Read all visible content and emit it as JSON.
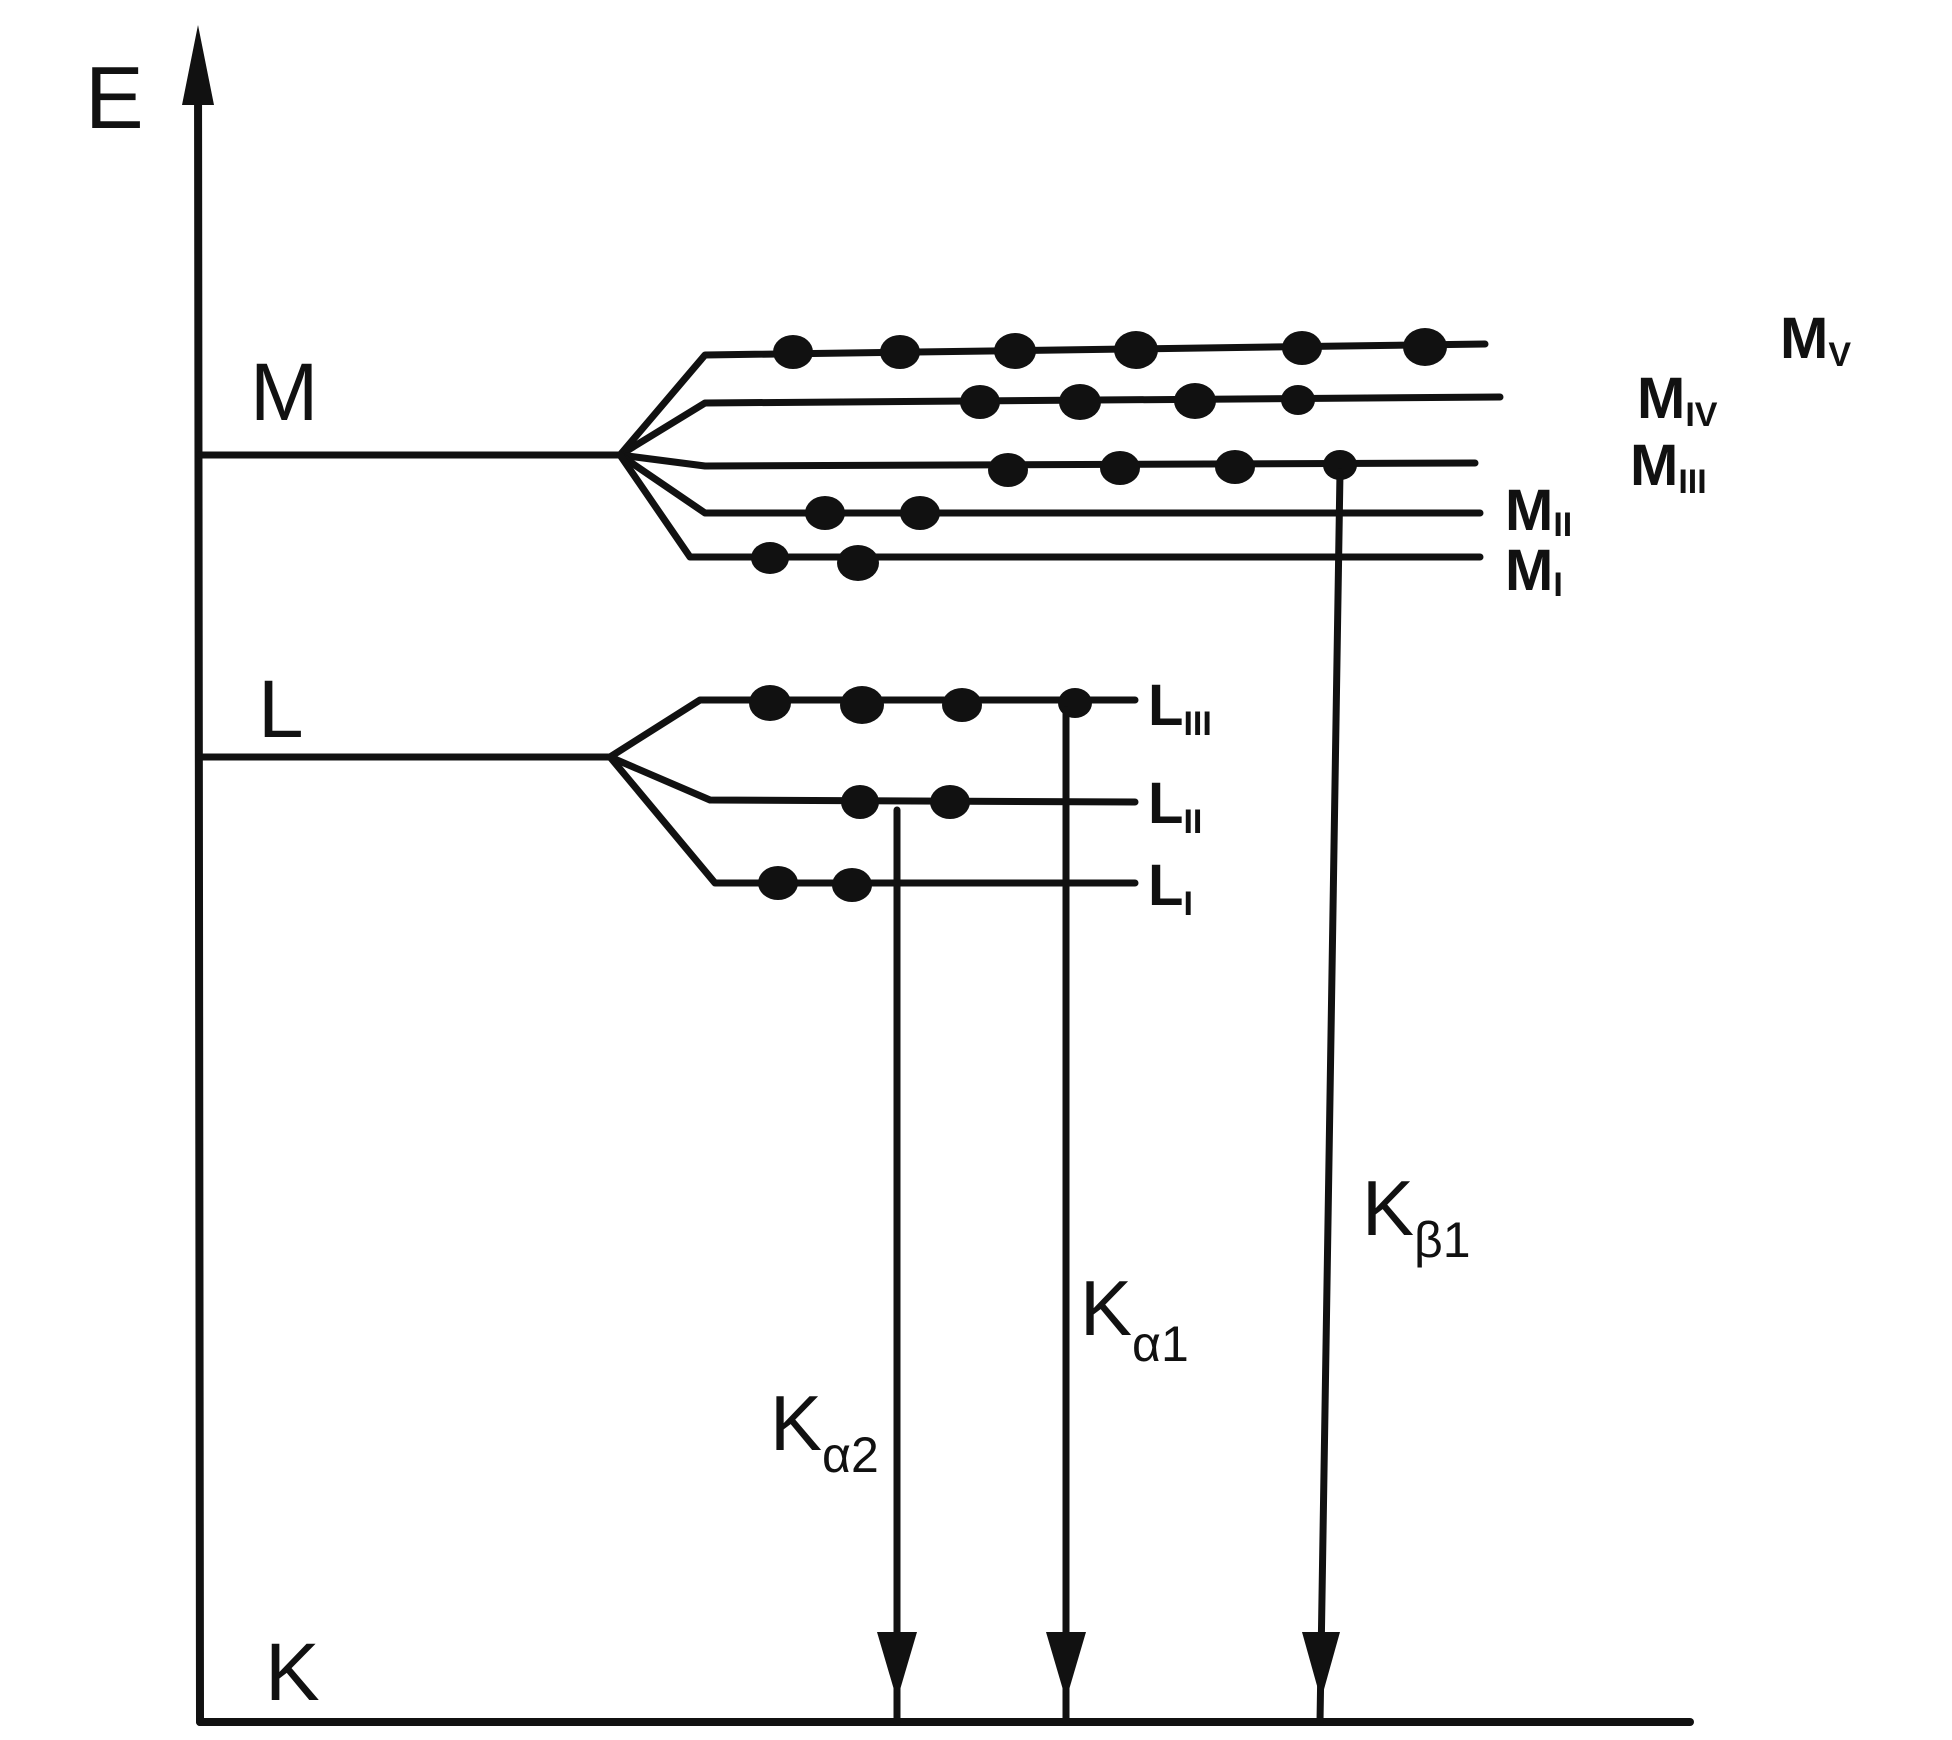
{
  "axis": {
    "label": "E"
  },
  "shells": [
    {
      "id": "M",
      "label": "M"
    },
    {
      "id": "L",
      "label": "L"
    },
    {
      "id": "K",
      "label": "K"
    }
  ],
  "m_subshells": [
    {
      "main": "M",
      "index": "V"
    },
    {
      "main": "M",
      "index": "IV"
    },
    {
      "main": "M",
      "index": "III"
    },
    {
      "main": "M",
      "index": "II"
    },
    {
      "main": "M",
      "index": "I"
    }
  ],
  "l_subshells": [
    {
      "main": "L",
      "index": "III"
    },
    {
      "main": "L",
      "index": "II"
    },
    {
      "main": "L",
      "index": "I"
    }
  ],
  "transitions": [
    {
      "main": "K",
      "sub": "α2",
      "from": "L_II",
      "to": "K"
    },
    {
      "main": "K",
      "sub": "α1",
      "from": "L_III",
      "to": "K"
    },
    {
      "main": "K",
      "sub": "β1",
      "from": "M_III",
      "to": "K"
    }
  ],
  "electrons_per_subshell": {
    "M_V": 6,
    "M_IV": 4,
    "M_III": 4,
    "M_II": 2,
    "M_I": 2,
    "L_III": 4,
    "L_II": 2,
    "L_I": 2
  }
}
